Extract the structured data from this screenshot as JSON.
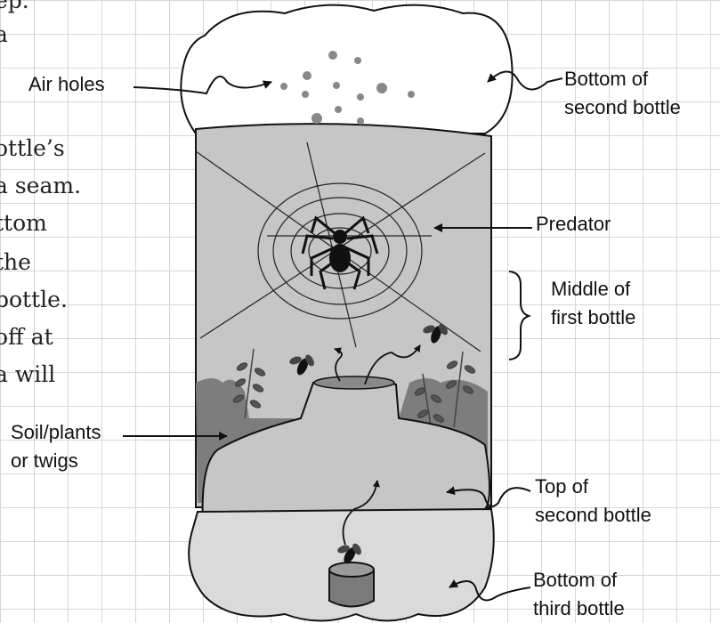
{
  "body_text": [
    "ep.",
    " a",
    "ottle’s",
    "a seam.",
    "ttom",
    "the",
    "bottle.",
    "off at",
    "a will"
  ],
  "labels": {
    "air_holes": "Air holes",
    "bottom_second_1": "Bottom of",
    "bottom_second_2": "second bottle",
    "predator": "Predator",
    "middle_first_1": "Middle of",
    "middle_first_2": "first bottle",
    "soil_1": "Soil/plants",
    "soil_2": "or twigs",
    "top_second_1": "Top of",
    "top_second_2": "second bottle",
    "bottom_third_1": "Bottom of",
    "bottom_third_2": "third bottle"
  }
}
